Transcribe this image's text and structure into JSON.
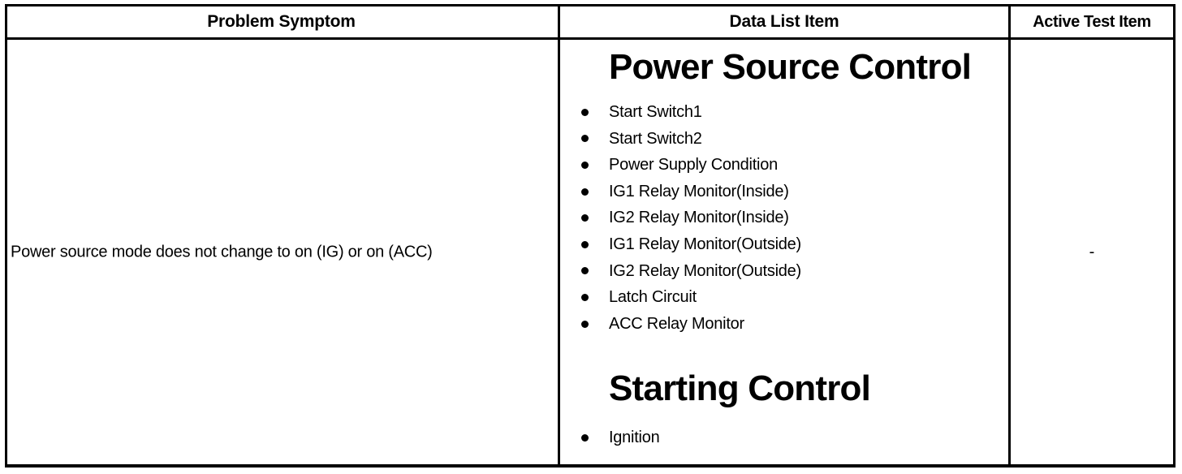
{
  "table": {
    "headers": {
      "problem_symptom": "Problem Symptom",
      "data_list_item": "Data List Item",
      "active_test_item": "Active Test Item"
    },
    "row": {
      "problem_symptom": "Power source mode does not change to on (IG) or on (ACC)",
      "active_test_item": "-",
      "data_list_sections": [
        {
          "heading": "Power Source Control",
          "items": [
            "Start Switch1",
            "Start Switch2",
            "Power Supply Condition",
            "IG1 Relay Monitor(Inside)",
            "IG2 Relay Monitor(Inside)",
            "IG1 Relay Monitor(Outside)",
            "IG2 Relay Monitor(Outside)",
            "Latch Circuit",
            "ACC Relay Monitor"
          ]
        },
        {
          "heading": "Starting Control",
          "items": [
            "Ignition"
          ]
        }
      ]
    }
  },
  "colors": {
    "text": "#000000",
    "background": "#ffffff",
    "border": "#000000"
  }
}
